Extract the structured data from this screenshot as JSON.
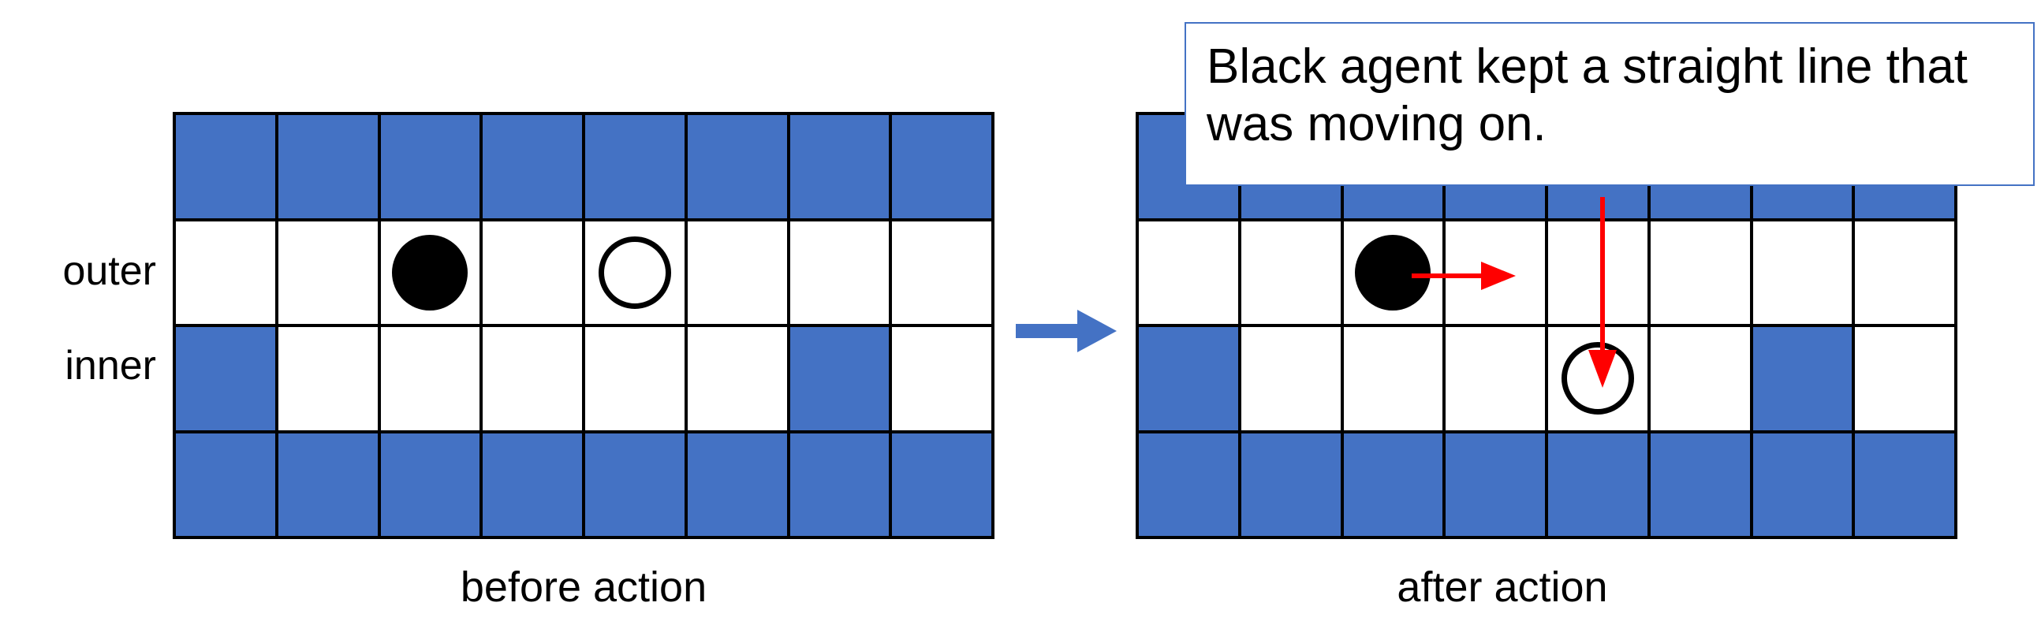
{
  "figure": {
    "title": "Grid world before and after action",
    "colors": {
      "wall": "#4472C4",
      "free": "#FFFFFF",
      "grid_line": "#000000",
      "action_arrow": "#FF0000",
      "transition_arrow": "#4472C4",
      "callout_border": "#4472C4"
    }
  },
  "row_labels": {
    "outer": "outer",
    "inner": "inner"
  },
  "captions": {
    "before": "before action",
    "after": "after action"
  },
  "callout": {
    "text": "Black agent kept a straight line that was moving on."
  },
  "transition": {
    "icon": "right-arrow-icon"
  },
  "grids": [
    {
      "id": "before",
      "caption": "before action",
      "columns": 8,
      "rows": 4,
      "row_names": [
        "wall-top",
        "outer",
        "inner",
        "wall-bottom"
      ],
      "cells": [
        [
          "wall",
          "wall",
          "wall",
          "wall",
          "wall",
          "wall",
          "wall",
          "wall"
        ],
        [
          "free",
          "free",
          "free",
          "free",
          "free",
          "free",
          "free",
          "free"
        ],
        [
          "wall",
          "free",
          "free",
          "free",
          "free",
          "free",
          "wall",
          "free"
        ],
        [
          "wall",
          "wall",
          "wall",
          "wall",
          "wall",
          "wall",
          "wall",
          "wall"
        ]
      ],
      "agents": [
        {
          "name": "black-agent",
          "kind": "black",
          "row": 2,
          "col": 3
        },
        {
          "name": "white-agent",
          "kind": "white",
          "row": 2,
          "col": 5
        }
      ],
      "action_arrows": []
    },
    {
      "id": "after",
      "caption": "after action",
      "columns": 8,
      "rows": 4,
      "row_names": [
        "wall-top",
        "outer",
        "inner",
        "wall-bottom"
      ],
      "cells": [
        [
          "wall",
          "wall",
          "wall",
          "wall",
          "wall",
          "wall",
          "wall",
          "wall"
        ],
        [
          "free",
          "free",
          "free",
          "free",
          "free",
          "free",
          "free",
          "free"
        ],
        [
          "wall",
          "free",
          "free",
          "free",
          "free",
          "free",
          "wall",
          "free"
        ],
        [
          "wall",
          "wall",
          "wall",
          "wall",
          "wall",
          "wall",
          "wall",
          "wall"
        ]
      ],
      "agents": [
        {
          "name": "black-agent",
          "kind": "black",
          "row": 2,
          "col": 3
        },
        {
          "name": "white-agent",
          "kind": "white",
          "row": 3,
          "col": 5
        }
      ],
      "action_arrows": [
        {
          "name": "black-agent-move-right-arrow",
          "direction": "right"
        },
        {
          "name": "white-agent-move-down-arrow",
          "direction": "down"
        }
      ]
    }
  ]
}
